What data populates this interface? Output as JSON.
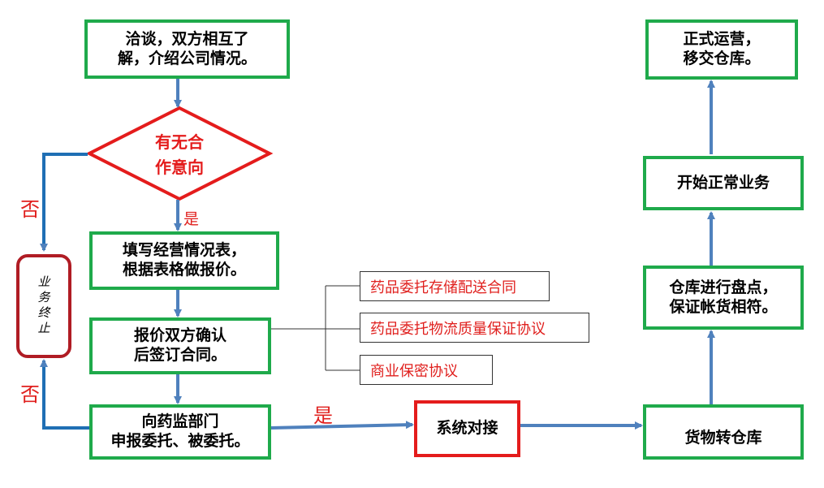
{
  "nodes": {
    "negotiate": "洽谈，双方相互了\n解，介绍公司情况。",
    "decision": "有无合\n作意向",
    "fill_form": "填写经营情况表，\n根据表格做报价。",
    "confirm_contract": "报价双方确认\n后签订合同。",
    "report": "向药监部门\n申报委托、被委托。",
    "system": "系统对接",
    "goods_transfer": "货物转仓库",
    "inventory": "仓库进行盘点，\n保证帐货相符。",
    "start_business": "开始正常业务",
    "operation": "正式运营，\n移交仓库。",
    "terminate": "业务终止"
  },
  "documents": [
    "药品委托存储配送合同",
    "药品委托物流质量保证协议",
    "商业保密协议"
  ],
  "edge_labels": {
    "yes_decision": "是",
    "no_decision": "否",
    "no_report": "否",
    "yes_report": "是"
  },
  "colors": {
    "green_border": "#1faa4b",
    "red_border": "#e41c1c",
    "arrow": "#4f81bd",
    "label_red": "#e0201e"
  }
}
